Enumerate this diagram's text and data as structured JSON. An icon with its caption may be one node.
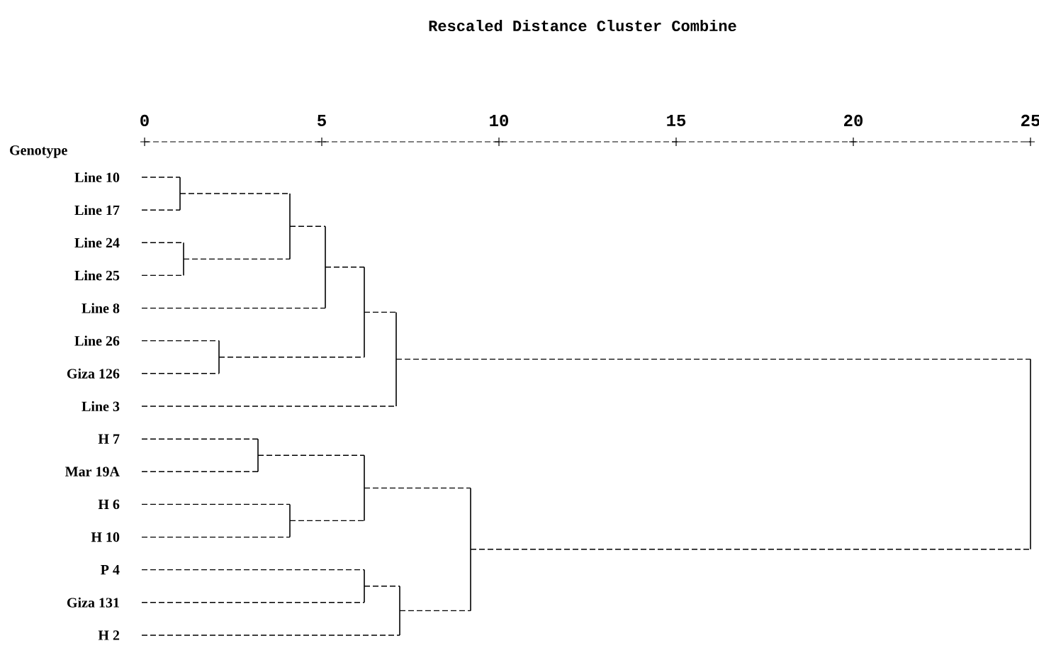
{
  "diagram": {
    "title": "Rescaled Distance Cluster Combine",
    "labels": [
      "0",
      "5",
      "10",
      "15",
      "20",
      "25",
      "Genotype",
      "Line 10",
      "Line 17",
      "Line 24",
      "Line 25",
      "Line 8",
      "Line 26",
      "Giza 126",
      "Line 3",
      "H 7",
      "Mar 19A",
      "H 6",
      "H 10",
      "P 4",
      "Giza 131",
      "H 2"
    ]
  }
}
